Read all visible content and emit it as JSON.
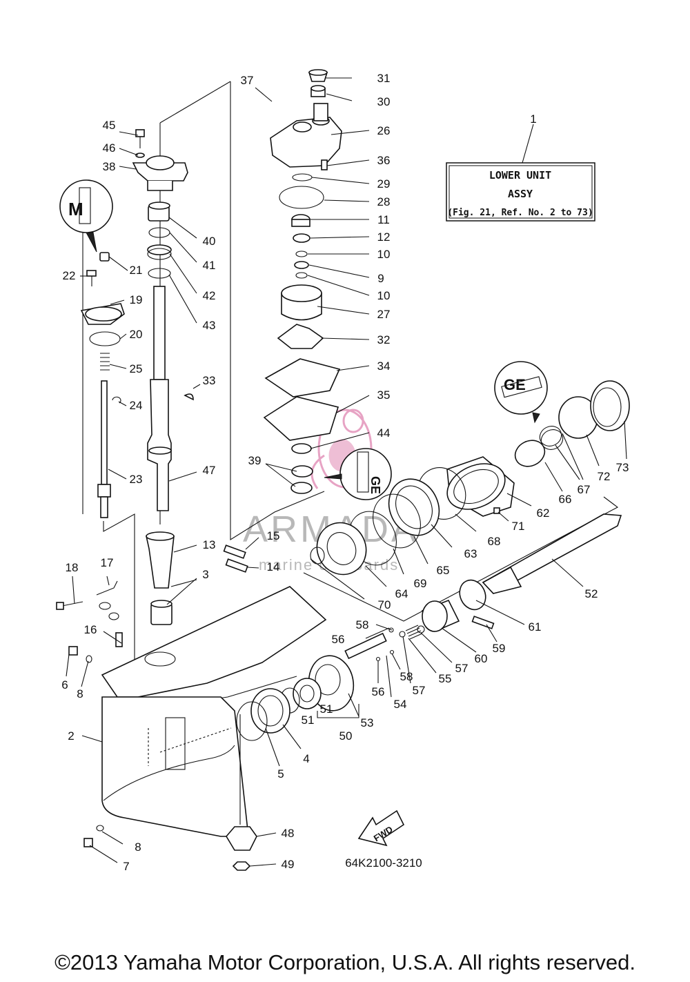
{
  "diagram_code": "64K2100-3210",
  "fwd_arrow_label": "FWD",
  "assembly_box": {
    "ref": "1",
    "line1": "LOWER UNIT",
    "line2": "ASSY",
    "line3": "(Fig. 21, Ref. No. 2 to 73)"
  },
  "watermark": {
    "brand": "ARMADA",
    "tagline": "marine outboards",
    "accent_color": "#e7a3c4"
  },
  "copyright": "©2013 Yamaha Motor Corporation, U.S.A. All rights reserved.",
  "callouts": [
    "1",
    "2",
    "3",
    "4",
    "5",
    "6",
    "7",
    "8",
    "8",
    "9",
    "10",
    "10",
    "11",
    "12",
    "13",
    "14",
    "15",
    "16",
    "17",
    "18",
    "19",
    "20",
    "21",
    "22",
    "23",
    "24",
    "25",
    "26",
    "27",
    "28",
    "29",
    "30",
    "31",
    "32",
    "33",
    "34",
    "35",
    "36",
    "37",
    "38",
    "39",
    "40",
    "41",
    "42",
    "43",
    "44",
    "45",
    "46",
    "47",
    "48",
    "49",
    "50",
    "51",
    "51",
    "52",
    "53",
    "54",
    "55",
    "56",
    "56",
    "57",
    "57",
    "58",
    "58",
    "59",
    "60",
    "61",
    "62",
    "63",
    "64",
    "65",
    "66",
    "67",
    "68",
    "69",
    "70",
    "71",
    "72",
    "73"
  ],
  "callout_labels": {
    "c1": "1",
    "c2": "2",
    "c3": "3",
    "c4": "4",
    "c5": "5",
    "c6": "6",
    "c7": "7",
    "c8a": "8",
    "c8b": "8",
    "c9": "9",
    "c10a": "10",
    "c10b": "10",
    "c11": "11",
    "c12": "12",
    "c13": "13",
    "c14": "14",
    "c15": "15",
    "c16": "16",
    "c17": "17",
    "c18": "18",
    "c19": "19",
    "c20": "20",
    "c21": "21",
    "c22": "22",
    "c23": "23",
    "c24": "24",
    "c25": "25",
    "c26": "26",
    "c27": "27",
    "c28": "28",
    "c29": "29",
    "c30": "30",
    "c31": "31",
    "c32": "32",
    "c33": "33",
    "c34": "34",
    "c35": "35",
    "c36": "36",
    "c37": "37",
    "c38": "38",
    "c39": "39",
    "c40": "40",
    "c41": "41",
    "c42": "42",
    "c43": "43",
    "c44": "44",
    "c45": "45",
    "c46": "46",
    "c47": "47",
    "c48": "48",
    "c49": "49",
    "c50": "50",
    "c51a": "51",
    "c51b": "51",
    "c52": "52",
    "c53": "53",
    "c54": "54",
    "c55": "55",
    "c56a": "56",
    "c56b": "56",
    "c57a": "57",
    "c57b": "57",
    "c58a": "58",
    "c58b": "58",
    "c59": "59",
    "c60": "60",
    "c61": "61",
    "c62": "62",
    "c63": "63",
    "c64": "64",
    "c65": "65",
    "c66": "66",
    "c67": "67",
    "c68": "68",
    "c69": "69",
    "c70": "70",
    "c71": "71",
    "c72": "72",
    "c73": "73"
  },
  "sealant_markers": {
    "m_left": "M",
    "m_right": "GE",
    "m_center": "GE"
  }
}
